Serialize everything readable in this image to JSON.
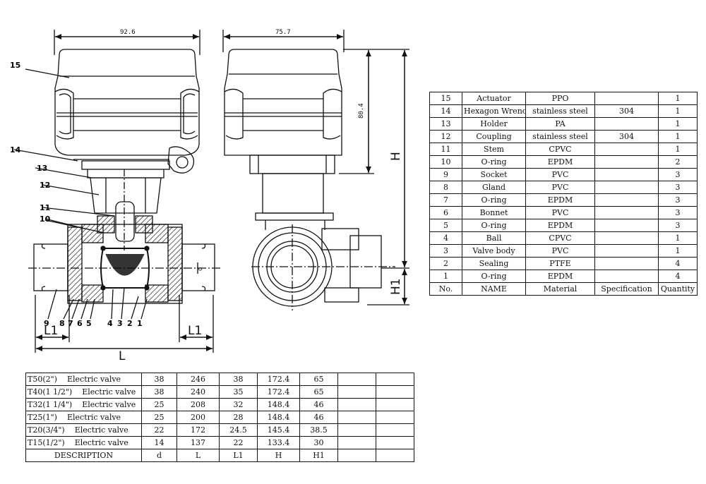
{
  "drawing": {
    "front_width": "92.6",
    "side_width": "75.7",
    "side_height": "80.4",
    "label_H": "H",
    "label_H1": "H1",
    "label_L": "L",
    "label_L1": "L1",
    "label_d": "d",
    "callouts_left": [
      "15",
      "14",
      "13",
      "12",
      "11",
      "10"
    ],
    "callouts_bottom": [
      "9",
      "8",
      "7",
      "6",
      "5",
      "4",
      "3",
      "2",
      "1"
    ]
  },
  "parts_table": {
    "rows": [
      {
        "no": "15",
        "name": "Actuator",
        "material": "PPO",
        "spec": "",
        "qty": "1"
      },
      {
        "no": "14",
        "name": "Hexagon Wrench",
        "material": "stainless steel",
        "spec": "304",
        "qty": "1"
      },
      {
        "no": "13",
        "name": "Holder",
        "material": "PA",
        "spec": "",
        "qty": "1"
      },
      {
        "no": "12",
        "name": "Coupling",
        "material": "stainless steel",
        "spec": "304",
        "qty": "1"
      },
      {
        "no": "11",
        "name": "Stem",
        "material": "CPVC",
        "spec": "",
        "qty": "1"
      },
      {
        "no": "10",
        "name": "O-ring",
        "material": "EPDM",
        "spec": "",
        "qty": "2"
      },
      {
        "no": "9",
        "name": "Socket",
        "material": "PVC",
        "spec": "",
        "qty": "3"
      },
      {
        "no": "8",
        "name": "Gland",
        "material": "PVC",
        "spec": "",
        "qty": "3"
      },
      {
        "no": "7",
        "name": "O-ring",
        "material": "EPDM",
        "spec": "",
        "qty": "3"
      },
      {
        "no": "6",
        "name": "Bonnet",
        "material": "PVC",
        "spec": "",
        "qty": "3"
      },
      {
        "no": "5",
        "name": "O-ring",
        "material": "EPDM",
        "spec": "",
        "qty": "3"
      },
      {
        "no": "4",
        "name": "Ball",
        "material": "CPVC",
        "spec": "",
        "qty": "1"
      },
      {
        "no": "3",
        "name": "Valve body",
        "material": "PVC",
        "spec": "",
        "qty": "1"
      },
      {
        "no": "2",
        "name": "Sealing",
        "material": "PTFE",
        "spec": "",
        "qty": "4"
      },
      {
        "no": "1",
        "name": "O-ring",
        "material": "EPDM",
        "spec": "",
        "qty": "4"
      }
    ],
    "header": {
      "no": "No.",
      "name": "NAME",
      "material": "Material",
      "spec": "Specification",
      "qty": "Quantity"
    }
  },
  "dims_table": {
    "rows": [
      {
        "size": "T50(2\")",
        "type": "Electric valve",
        "d": "38",
        "L": "246",
        "L1": "38",
        "H": "172.4",
        "H1": "65"
      },
      {
        "size": "T40(1 1/2\")",
        "type": "Electric valve",
        "d": "38",
        "L": "240",
        "L1": "35",
        "H": "172.4",
        "H1": "65"
      },
      {
        "size": "T32(1 1/4\")",
        "type": "Electric valve",
        "d": "25",
        "L": "208",
        "L1": "32",
        "H": "148.4",
        "H1": "46"
      },
      {
        "size": "T25(1\")",
        "type": "Electric valve",
        "d": "25",
        "L": "200",
        "L1": "28",
        "H": "148.4",
        "H1": "46"
      },
      {
        "size": "T20(3/4\")",
        "type": "Electric valve",
        "d": "22",
        "L": "172",
        "L1": "24.5",
        "H": "145.4",
        "H1": "38.5"
      },
      {
        "size": "T15(1/2\")",
        "type": "Electric valve",
        "d": "14",
        "L": "137",
        "L1": "22",
        "H": "133.4",
        "H1": "30"
      }
    ],
    "header": {
      "desc": "DESCRIPTION",
      "d": "d",
      "L": "L",
      "L1": "L1",
      "H": "H",
      "H1": "H1"
    }
  }
}
